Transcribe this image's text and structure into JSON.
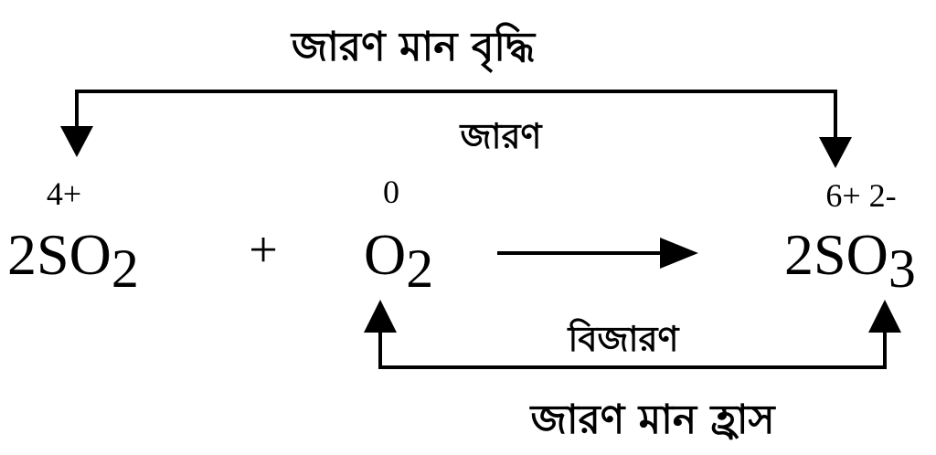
{
  "top_label": "জারণ মান বৃদ্ধি",
  "reaction_label_top": "জারণ",
  "reaction_label_bottom": "বিজারণ",
  "bottom_label": "জারণ মান হ্রাস",
  "plus_sign": "+",
  "species": [
    {
      "id": "so2",
      "coefficient": "2",
      "formula": "SO",
      "subscript": "2",
      "oxidation_states": "4+"
    },
    {
      "id": "o2",
      "coefficient": "",
      "formula": "O",
      "subscript": "2",
      "oxidation_states": "0"
    },
    {
      "id": "so3",
      "coefficient": "2",
      "formula": "SO",
      "subscript": "3",
      "oxidation_states": "6+ 2-"
    }
  ],
  "colors": {
    "ink": "#000000",
    "background": "#ffffff"
  }
}
